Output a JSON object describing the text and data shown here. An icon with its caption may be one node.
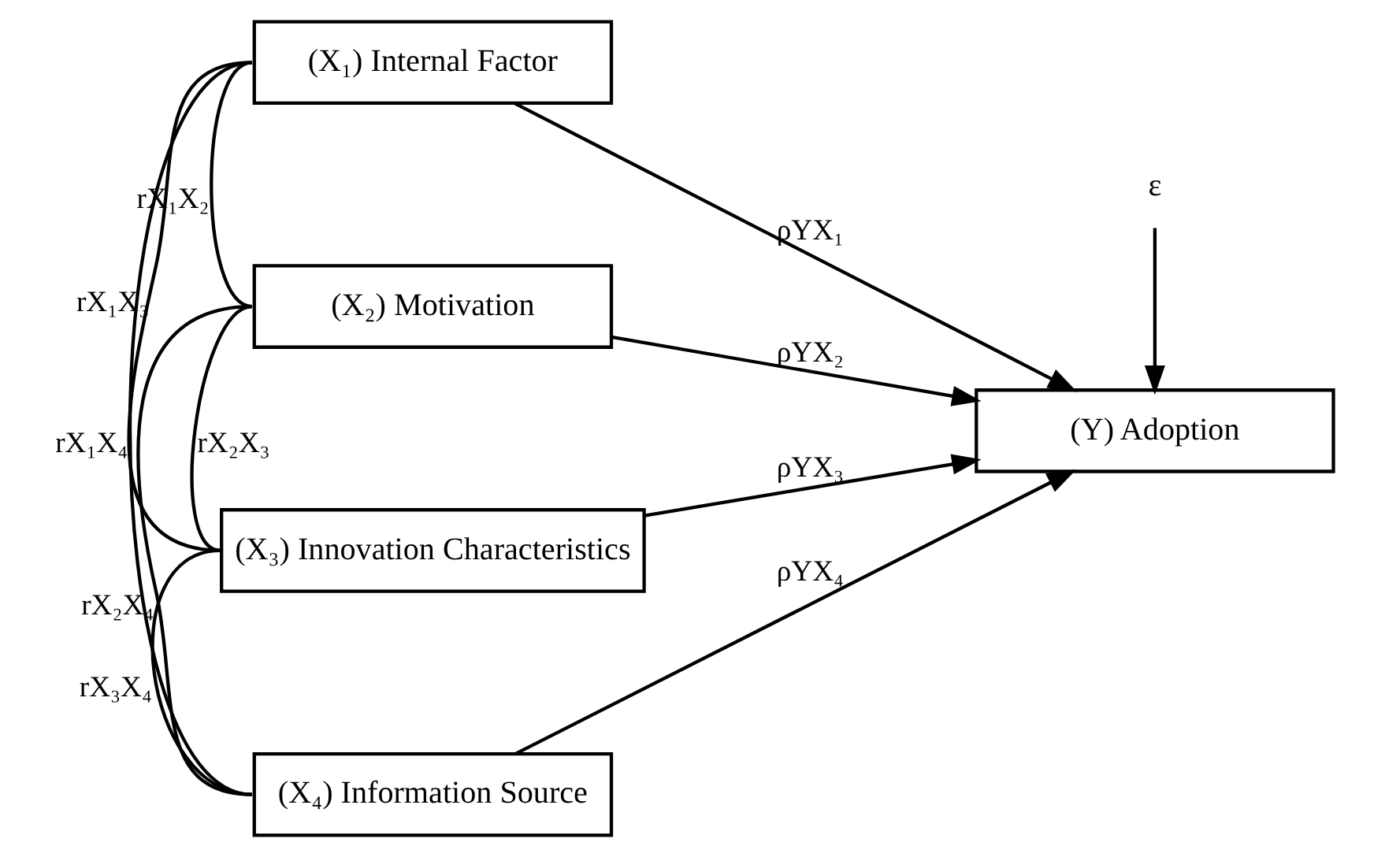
{
  "diagram": {
    "nodes": [
      {
        "text": [
          "(X₁) Internal Factor"
        ]
      },
      {
        "text": [
          "(X₂) Motivation"
        ]
      },
      {
        "text": [
          "(X₃) Innovation Characteristics"
        ]
      },
      {
        "text": [
          "(X₄) Information Source"
        ]
      },
      {
        "text": [
          "(Y) Adoption"
        ]
      },
      {
        "text": [
          "ε"
        ]
      }
    ],
    "edges": [
      {
        "from": 0,
        "to": 4,
        "arrow": "to",
        "label": "ρYX₁"
      },
      {
        "from": 1,
        "to": 4,
        "arrow": "to",
        "label": "ρYX₂"
      },
      {
        "from": 2,
        "to": 4,
        "arrow": "to",
        "label": "ρYX₃"
      },
      {
        "from": 3,
        "to": 4,
        "arrow": "to",
        "label": "ρYX₄"
      },
      {
        "from": 5,
        "to": 4,
        "arrow": "to"
      },
      {
        "from": 0,
        "to": 1,
        "arrow": "none",
        "label": "rX₁X₂"
      },
      {
        "from": 0,
        "to": 2,
        "arrow": "none",
        "label": "rX₁X₃"
      },
      {
        "from": 0,
        "to": 3,
        "arrow": "none",
        "label": "rX₁X₄"
      },
      {
        "from": 1,
        "to": 2,
        "arrow": "none",
        "label": "rX₂X₃"
      },
      {
        "from": 1,
        "to": 3,
        "arrow": "none",
        "label": "rX₂X₄"
      },
      {
        "from": 2,
        "to": 3,
        "arrow": "none",
        "label": "rX₃X₄"
      }
    ]
  }
}
